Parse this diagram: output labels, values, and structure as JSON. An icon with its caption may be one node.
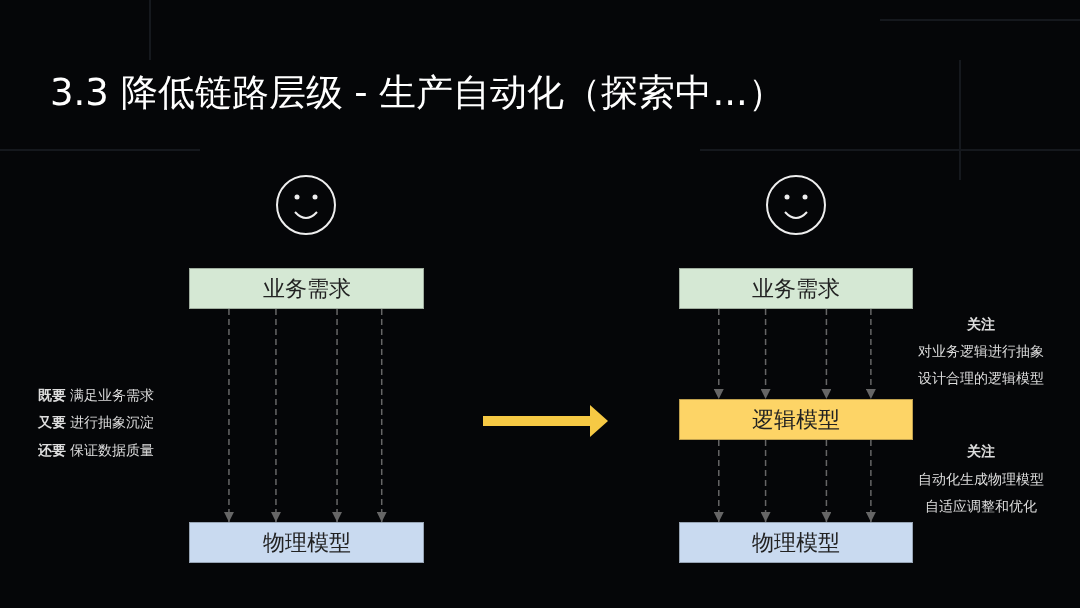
{
  "diagram": {
    "title": "3.3 降低链路层级 - 生产自动化（探索中...）",
    "nodes": [
      {
        "text": [
          "业务需求"
        ]
      },
      {
        "text": [
          "物理模型"
        ]
      },
      {
        "text": [
          "业务需求"
        ]
      },
      {
        "text": [
          "逻辑模型"
        ]
      },
      {
        "text": [
          "物理模型"
        ]
      }
    ],
    "edges": [
      {
        "from": 0,
        "to": 1,
        "arrow": "to",
        "style": "dashed"
      },
      {
        "from": 0,
        "to": 1,
        "arrow": "to",
        "style": "dashed"
      },
      {
        "from": 0,
        "to": 1,
        "arrow": "to",
        "style": "dashed"
      },
      {
        "from": 0,
        "to": 1,
        "arrow": "to",
        "style": "dashed"
      },
      {
        "from": 2,
        "to": 3,
        "arrow": "to",
        "style": "dashed"
      },
      {
        "from": 2,
        "to": 3,
        "arrow": "to",
        "style": "dashed"
      },
      {
        "from": 2,
        "to": 3,
        "arrow": "to",
        "style": "dashed"
      },
      {
        "from": 2,
        "to": 3,
        "arrow": "to",
        "style": "dashed"
      },
      {
        "from": 3,
        "to": 4,
        "arrow": "to",
        "style": "dashed"
      },
      {
        "from": 3,
        "to": 4,
        "arrow": "to",
        "style": "dashed"
      },
      {
        "from": 3,
        "to": 4,
        "arrow": "to",
        "style": "dashed"
      },
      {
        "from": 3,
        "to": 4,
        "arrow": "to",
        "style": "dashed"
      }
    ],
    "labels": [
      "**既要** 满足业务需求",
      "**又要** 进行抽象沉淀",
      "**还要** 保证数据质量",
      "关注",
      "对业务逻辑进行抽象",
      "设计合理的逻辑模型",
      "关注",
      "自动化生成物理模型",
      "自适应调整和优化"
    ]
  }
}
